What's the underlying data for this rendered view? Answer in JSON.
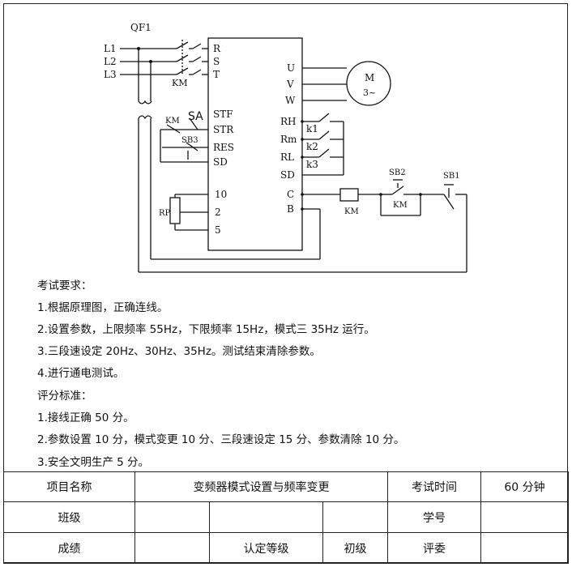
{
  "diagram": {
    "breaker_label": "QF1",
    "lines": [
      "L1",
      "L2",
      "L3"
    ],
    "km_main_label": "KM",
    "inverter_left_terminals": [
      "R",
      "S",
      "T",
      "STF",
      "STR",
      "RES",
      "SD",
      "10",
      "2",
      "5"
    ],
    "inverter_right_terminals": [
      "U",
      "V",
      "W",
      "RH",
      "Rm",
      "RL",
      "SD",
      "C",
      "B"
    ],
    "motor_label_top": "M",
    "motor_label_bottom": "3~",
    "switch_labels": [
      "k1",
      "k2",
      "k3"
    ],
    "sa_label": "SA",
    "sb3_label": "SB3",
    "km_aux_label": "KM",
    "rp_label": "RP",
    "coil_label": "KM",
    "sb2_label": "SB2",
    "sb1_label": "SB1",
    "km_hold_label": "KM"
  },
  "requirements": {
    "heading": "考试要求：",
    "items": [
      "1.根据原理图，正确连线。",
      "2.设置参数，上限频率 55Hz，下限频率 15Hz，模式三 35Hz 运行。",
      "3.三段速设定 20Hz、30Hz、35Hz。测试结束清除参数。",
      "4.进行通电测试。"
    ]
  },
  "scoring": {
    "heading": "评分标准：",
    "items": [
      "1.接线正确 50 分。",
      "2.参数设置 10 分，模式变更 10 分、三段速设定 15 分、参数清除 10 分。",
      "3.安全文明生产 5 分。"
    ]
  },
  "table": {
    "project_name_label": "项目名称",
    "project_name_value": "变频器模式设置与频率变更",
    "exam_time_label": "考试时间",
    "exam_time_value": "60 分钟",
    "class_label": "班级",
    "student_id_label": "学号",
    "score_label": "成绩",
    "level_label": "认定等级",
    "level_value": "初级",
    "judge_label": "评委"
  }
}
